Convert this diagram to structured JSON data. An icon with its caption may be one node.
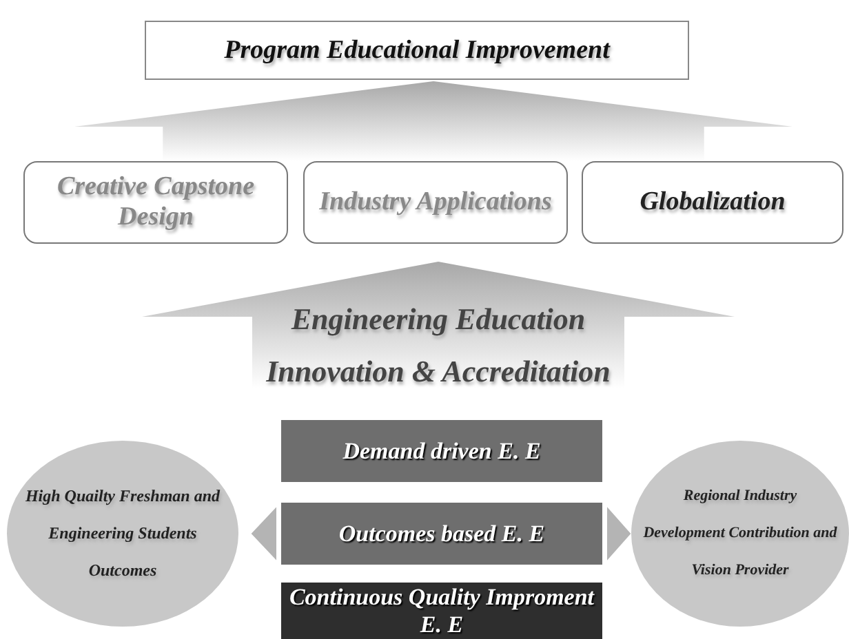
{
  "diagram": {
    "nodes": [
      {
        "text": [
          "Program Educational Improvement"
        ]
      },
      {
        "text": [
          "Creative Capstone Design"
        ]
      },
      {
        "text": [
          "Industry Applications"
        ]
      },
      {
        "text": [
          "Globalization"
        ]
      },
      {
        "text": [
          "Engineering Education Innovation & Accreditation"
        ]
      },
      {
        "text": [
          "Demand driven E. E"
        ]
      },
      {
        "text": [
          "Outcomes based E. E"
        ]
      },
      {
        "text": [
          "Continuous Quality Improment E. E"
        ]
      },
      {
        "text": [
          "High Quailty Freshman and Engineering Students Outcomes"
        ]
      },
      {
        "text": [
          "Regional Industry Development Contribution and Vision Provider"
        ]
      }
    ],
    "edges": [
      {
        "from": 1,
        "to": 0,
        "arrow": "to"
      },
      {
        "from": 2,
        "to": 0,
        "arrow": "to"
      },
      {
        "from": 3,
        "to": 0,
        "arrow": "to"
      },
      {
        "from": 6,
        "to": 8,
        "arrow": "to"
      },
      {
        "from": 6,
        "to": 9,
        "arrow": "to"
      }
    ]
  }
}
